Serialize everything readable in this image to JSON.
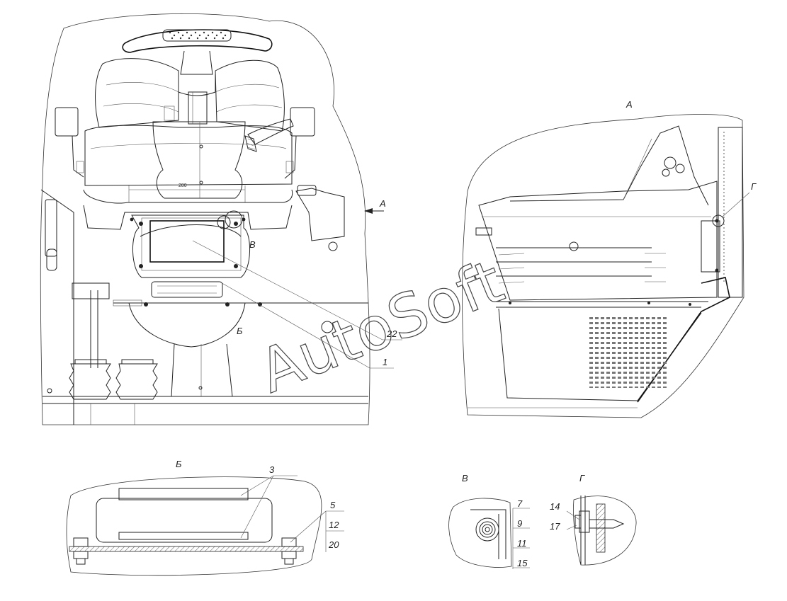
{
  "watermark": "AutoSoft",
  "dimension": "280",
  "main_callouts": {
    "view_a": "А",
    "view_b": "Б",
    "view_v": "В",
    "p22": "22",
    "p1": "1"
  },
  "view_a": {
    "title": "А",
    "callout_g": "Г"
  },
  "detail_b": {
    "title": "Б",
    "labels": [
      "3",
      "5",
      "12",
      "20"
    ]
  },
  "detail_v": {
    "title": "В",
    "labels": [
      "7",
      "9",
      "11",
      "15"
    ]
  },
  "detail_g": {
    "title": "Г",
    "labels": [
      "14",
      "17"
    ]
  }
}
